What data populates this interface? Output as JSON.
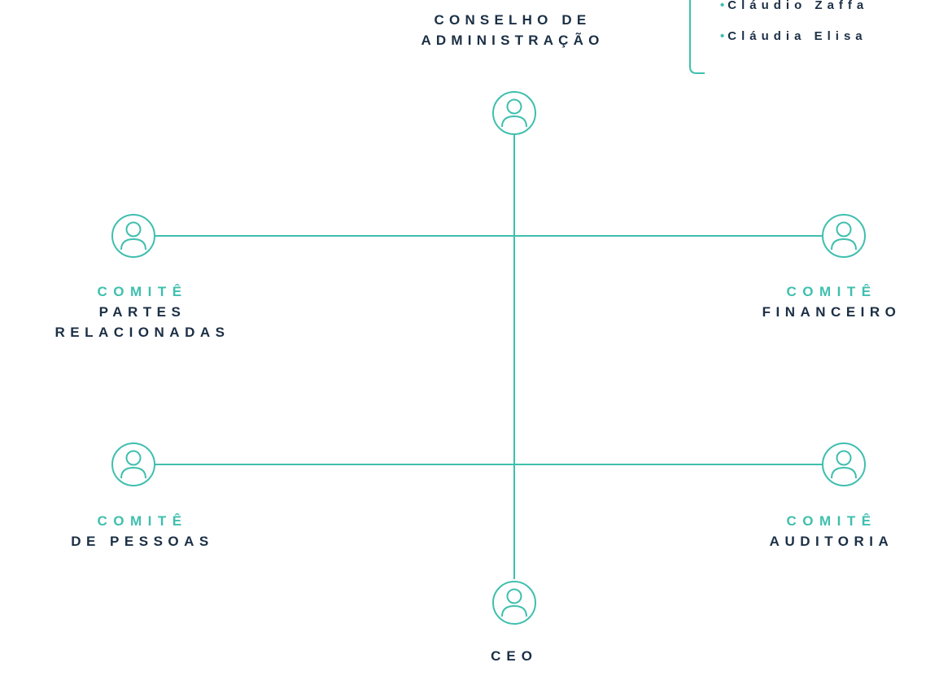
{
  "colors": {
    "accent": "#3fbfae",
    "text": "#1b2f45",
    "background": "#ffffff"
  },
  "board": {
    "title_line1": "CONSELHO DE",
    "title_line2": "ADMINISTRAÇÃO",
    "members": [
      "Cláudio Zaffa",
      "Cláudia Elisa"
    ]
  },
  "committees": {
    "partes": {
      "kind": "COMITÊ",
      "line1": "PARTES",
      "line2": "RELACIONADAS"
    },
    "financeiro": {
      "kind": "COMITÊ",
      "line1": "FINANCEIRO"
    },
    "pessoas": {
      "kind": "COMITÊ",
      "line1": "DE PESSOAS"
    },
    "auditoria": {
      "kind": "COMITÊ",
      "line1": "AUDITORIA"
    }
  },
  "ceo": {
    "label": "CEO"
  },
  "icons": {
    "person": "person-circle-icon"
  }
}
